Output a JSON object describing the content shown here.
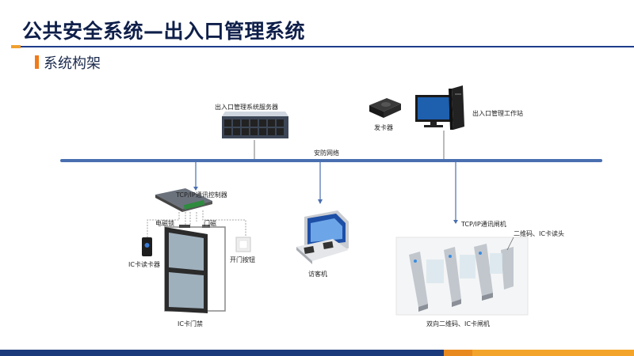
{
  "slide": {
    "title": "公共安全系统—出入口管理系统",
    "subtitle": "系统构架"
  },
  "diagram": {
    "server_label": "出入口管理系统服务器",
    "workstation_label": "出入口管理工作站",
    "card_issuer_label": "发卡器",
    "network_label": "安防网络",
    "controller_label": "TCP/IP通讯控制器",
    "maglock_label": "电磁锁",
    "door_magnet_label": "门磁",
    "card_reader_label": "IC卡读卡器",
    "exit_button_label": "开门按钮",
    "door_label": "IC卡门禁",
    "visitor_label": "访客机",
    "turnstile_tcp_label": "TCP/IP通讯闸机",
    "qr_reader_label": "二维码、IC卡读头",
    "turnstile_label": "双向二维码、IC卡闸机"
  },
  "colors": {
    "title": "#0f1f4a",
    "network_bus": "#4a6fb0",
    "accent_orange": "#f07a1a",
    "footer_blue": "#1b3a7c",
    "footer_orange": "#f2a52a"
  }
}
